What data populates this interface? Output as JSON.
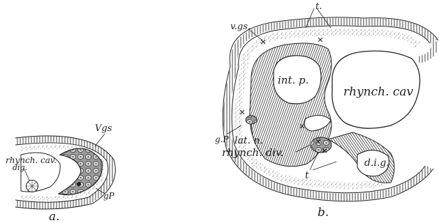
{
  "figure": {
    "panel_a": {
      "caption": "a.",
      "labels": {
        "vgs": "Vgs",
        "rhynch_cav": "rhynch. cav.",
        "dig": "dig.",
        "gp": "gP"
      }
    },
    "panel_b": {
      "caption": "b.",
      "labels": {
        "vgs": "v.gs.",
        "t_top": "t.",
        "int_p": "int. p.",
        "rhynch_cav": "rhynch. cav",
        "gp": "g.P",
        "lat_n": "lat. n.",
        "rhynch_div": "rhynch. div.",
        "dig": "d.i.g.",
        "t_bottom": "t"
      }
    }
  }
}
